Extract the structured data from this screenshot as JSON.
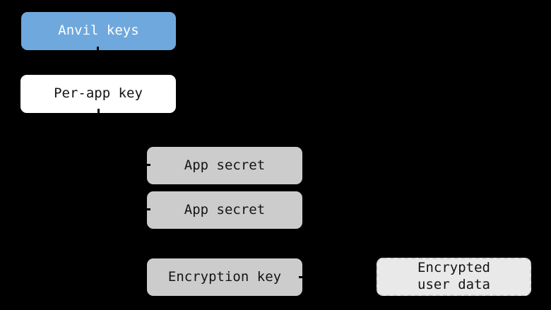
{
  "colors": {
    "background": "#000000",
    "node-blue": "#6fa8dc",
    "node-white": "#ffffff",
    "node-gray": "#cccccc",
    "node-dashed-fill": "#e9e9e9",
    "node-dashed-border": "#d2d2d2",
    "text-dark": "#141414",
    "text-light": "#ffffff"
  },
  "diagram": {
    "nodes": {
      "anvil_keys": {
        "label": "Anvil keys",
        "style": "blue-solid"
      },
      "per_app_key": {
        "label": "Per-app key",
        "style": "white-solid"
      },
      "app_secret_1": {
        "label": "App secret",
        "style": "gray-solid"
      },
      "app_secret_2": {
        "label": "App secret",
        "style": "gray-solid"
      },
      "encryption_key": {
        "label": "Encryption key",
        "style": "gray-solid"
      },
      "encrypted_user_data": {
        "label": "Encrypted\nuser data",
        "style": "gray-dashed"
      }
    }
  }
}
